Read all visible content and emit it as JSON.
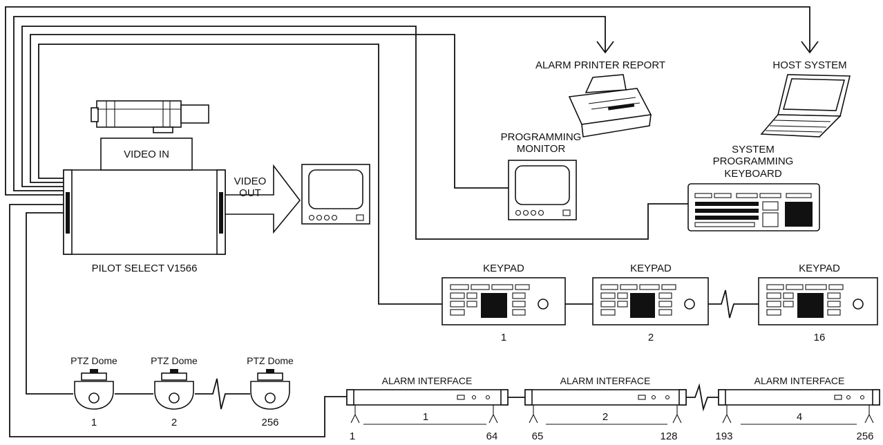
{
  "colors": {
    "line": "#111111",
    "background": "#ffffff"
  },
  "labels": {
    "alarm_printer": "ALARM PRINTER REPORT",
    "host_system": "HOST  SYSTEM",
    "programming_monitor_line1": "PROGRAMMING",
    "programming_monitor_line2": "MONITOR",
    "system_keyboard_line1": "SYSTEM",
    "system_keyboard_line2": "PROGRAMMING",
    "system_keyboard_line3": "KEYBOARD",
    "video_in": "VIDEO  IN",
    "video_out_line1": "VIDEO",
    "video_out_line2": "OUT",
    "pilot_select": "PILOT SELECT V1566"
  },
  "keypads": [
    {
      "title": "KEYPAD",
      "number": "1"
    },
    {
      "title": "KEYPAD",
      "number": "2"
    },
    {
      "title": "KEYPAD",
      "number": "16"
    }
  ],
  "domes": [
    {
      "title": "PTZ Dome",
      "number": "1"
    },
    {
      "title": "PTZ Dome",
      "number": "2"
    },
    {
      "title": "PTZ Dome",
      "number": "256"
    }
  ],
  "alarm_interfaces": [
    {
      "title": "ALARM INTERFACE",
      "number": "1",
      "range_start": "1",
      "range_end": "64"
    },
    {
      "title": "ALARM INTERFACE",
      "number": "2",
      "range_start": "65",
      "range_end": "128"
    },
    {
      "title": "ALARM INTERFACE",
      "number": "4",
      "range_start": "193",
      "range_end": "256"
    }
  ]
}
